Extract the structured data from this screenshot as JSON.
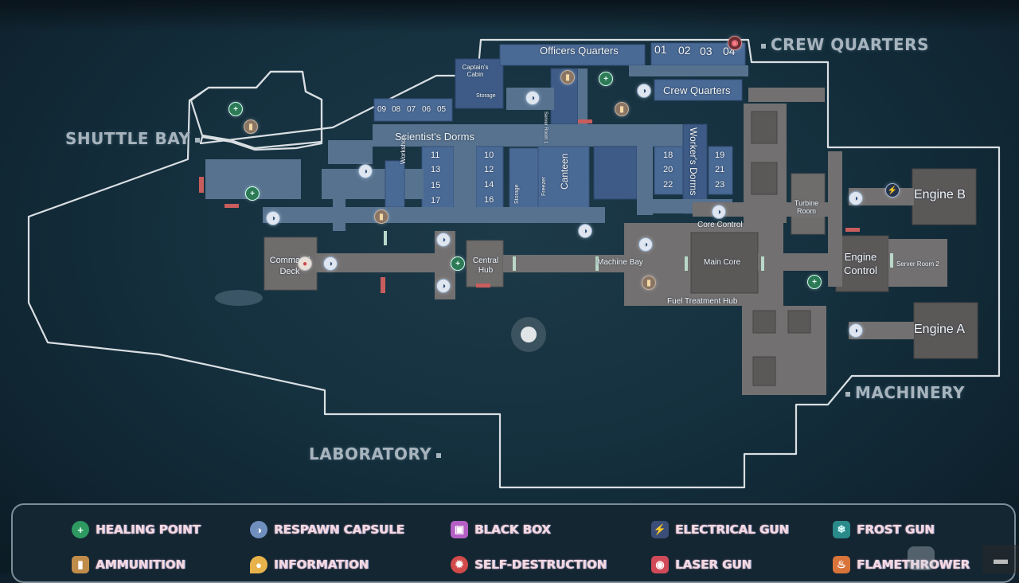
{
  "sections": {
    "crew_quarters": "CREW QUARTERS",
    "shuttle_bay": "SHUTTLE BAY",
    "laboratory": "LABORATORY",
    "machinery": "MACHINERY"
  },
  "rooms": {
    "officers_quarters": "Officers Quarters",
    "captains_cabin": "Captain's Cabin",
    "storage_top": "Storage",
    "server_room_1": "Server Room 1",
    "crew_quarters": "Crew Quarters",
    "crew_numbers": [
      "01",
      "02",
      "03",
      "04"
    ],
    "scientist_small": [
      "09",
      "08",
      "07",
      "06",
      "05"
    ],
    "scientists_dorms": "Scientist's Dorms",
    "sci_left": [
      "11",
      "13",
      "15",
      "17"
    ],
    "sci_right": [
      "10",
      "12",
      "14",
      "16"
    ],
    "workshop": "Workshop",
    "storage_mid": "Storage",
    "freezer": "Freezer",
    "canteen": "Canteen",
    "workers_dorms": "Worker's Dorms",
    "workers_left": [
      "18",
      "20",
      "22"
    ],
    "workers_right": [
      "19",
      "21",
      "23"
    ],
    "turbine_room": "Turbine Room",
    "core_control": "Core Control",
    "command_deck": "Command Deck",
    "central_hub": "Central Hub",
    "machine_bay": "Machine Bay",
    "main_core": "Main Core",
    "fuel_treatment_hub": "Fuel Treatment Hub",
    "engine_control": "Engine Control",
    "server_room_2": "Server Room 2",
    "engine_a": "Engine A",
    "engine_b": "Engine B"
  },
  "legend": [
    {
      "label": "HEALING POINT",
      "icon": "healing-point-icon",
      "color": "#2e9a62"
    },
    {
      "label": "RESPAWN CAPSULE",
      "icon": "respawn-capsule-icon",
      "color": "#6f8fbf"
    },
    {
      "label": "BLACK BOX",
      "icon": "black-box-icon",
      "color": "#b45fc4"
    },
    {
      "label": "ELECTRICAL GUN",
      "icon": "electrical-gun-icon",
      "color": "#3b4e78"
    },
    {
      "label": "FROST GUN",
      "icon": "frost-gun-icon",
      "color": "#2a8a8a"
    },
    {
      "label": "AMMUNITION",
      "icon": "ammunition-icon",
      "color": "#c08c4a"
    },
    {
      "label": "INFORMATION",
      "icon": "information-icon",
      "color": "#e8b24a"
    },
    {
      "label": "SELF-DESTRUCTION",
      "icon": "self-destruction-icon",
      "color": "#d24a4a"
    },
    {
      "label": "LASER GUN",
      "icon": "laser-gun-icon",
      "color": "#d04a58"
    },
    {
      "label": "FLAMETHROWER",
      "icon": "flamethrower-icon",
      "color": "#d8733a"
    }
  ]
}
